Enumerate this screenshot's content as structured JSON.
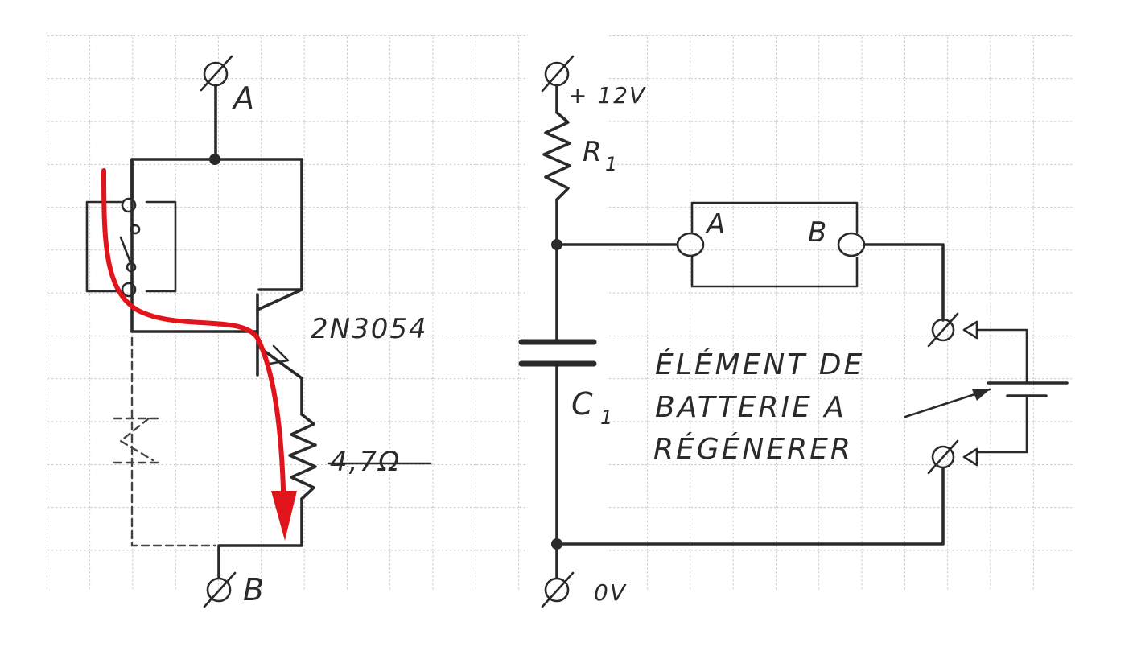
{
  "left_circuit": {
    "terminal_top": "A",
    "terminal_bottom": "B",
    "transistor": "2N3054",
    "resistor": "4,7Ω"
  },
  "right_circuit": {
    "supply_label": "+ 12V",
    "ground_label": "0V",
    "resistor_letter": "R",
    "resistor_sub": "1",
    "capacitor_letter": "C",
    "capacitor_sub": "1",
    "module_terminal_a": "A",
    "module_terminal_b": "B",
    "cell_label_line1": "ÉLÉMENT DE",
    "cell_label_line2": "BATTERIE A",
    "cell_label_line3": "RÉGÉNERER"
  },
  "colors": {
    "ink": "#2a2a2a",
    "grid": "#9a9a9a",
    "current_arrow": "#e2141b"
  }
}
